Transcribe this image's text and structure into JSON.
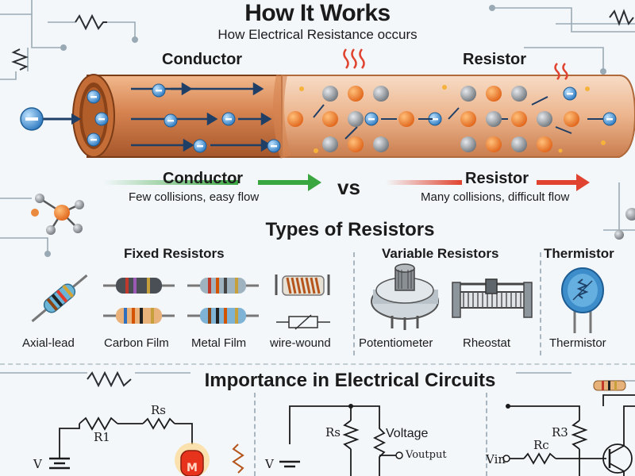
{
  "header": {
    "title": "How It Works",
    "subtitle": "How Electrical Resistance occurs"
  },
  "wire": {
    "conductor_label": "Conductor",
    "resistor_label": "Resistor",
    "electron_symbol": "−"
  },
  "comparison": {
    "conductor": {
      "label": "Conductor",
      "caption": "Few collisions, easy flow",
      "arrow_color": "#3aa640"
    },
    "versus": "vs",
    "resistor": {
      "label": "Resistor",
      "caption": "Many collisions, difficult flow",
      "arrow_color": "#e0432f"
    }
  },
  "types": {
    "title": "Types of Resistors",
    "fixed": {
      "title": "Fixed Resistors",
      "items": [
        "Axial-lead",
        "Carbon Film",
        "Metal Film",
        "wire-wound"
      ]
    },
    "variable": {
      "title": "Variable Resistors",
      "items": [
        "Potentiometer",
        "Rheostat"
      ]
    },
    "thermistor": {
      "title": "Thermistor",
      "items": [
        "Thermistor"
      ]
    }
  },
  "importance": {
    "title": "Importance in Electrical Circuits",
    "circuit1": {
      "r_s": "Rs",
      "r_1": "R1",
      "voltage": "V"
    },
    "circuit2": {
      "r_s": "Rs",
      "voltage_label": "Voltage",
      "v_output": "Voutput",
      "voltage": "V"
    },
    "circuit3": {
      "r_3": "R3",
      "r_c": "Rc",
      "v_in": "Vin"
    }
  },
  "colors": {
    "copper": "#d98a55",
    "electron": "#3c8fd0",
    "atom_orange": "#f07f25",
    "atom_gray": "#8a9096",
    "circuit_line": "#9aaab5"
  }
}
